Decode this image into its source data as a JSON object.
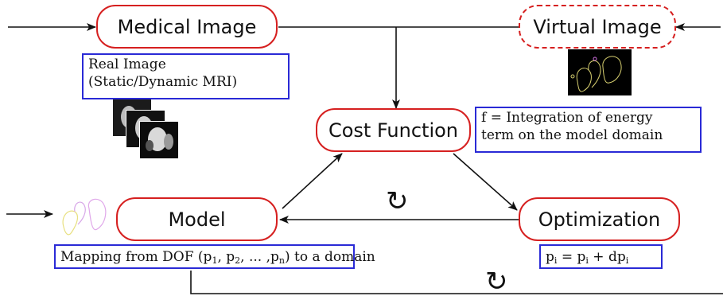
{
  "nodes": {
    "medical_image": "Medical Image",
    "virtual_image": "Virtual Image",
    "cost_function": "Cost Function",
    "model": "Model",
    "optimization": "Optimization"
  },
  "notes": {
    "real_image_line1": "Real Image",
    "real_image_line2": "(Static/Dynamic MRI)",
    "cost_line1": "f = Integration of energy",
    "cost_line2": "term on the model domain",
    "mapping_prefix": "Mapping from DOF (p",
    "mapping_sub1": "1",
    "mapping_mid1": ", p",
    "mapping_sub2": "2",
    "mapping_mid2": ", ... ,p",
    "mapping_subn": "n",
    "mapping_suffix": ") to a domain",
    "update_p": "p",
    "update_i1": "i",
    "update_eq": " = p",
    "update_i2": "i",
    "update_plus": " + dp",
    "update_i3": "i"
  },
  "symbols": {
    "cycle_top": "↻",
    "cycle_bottom": "↻"
  }
}
